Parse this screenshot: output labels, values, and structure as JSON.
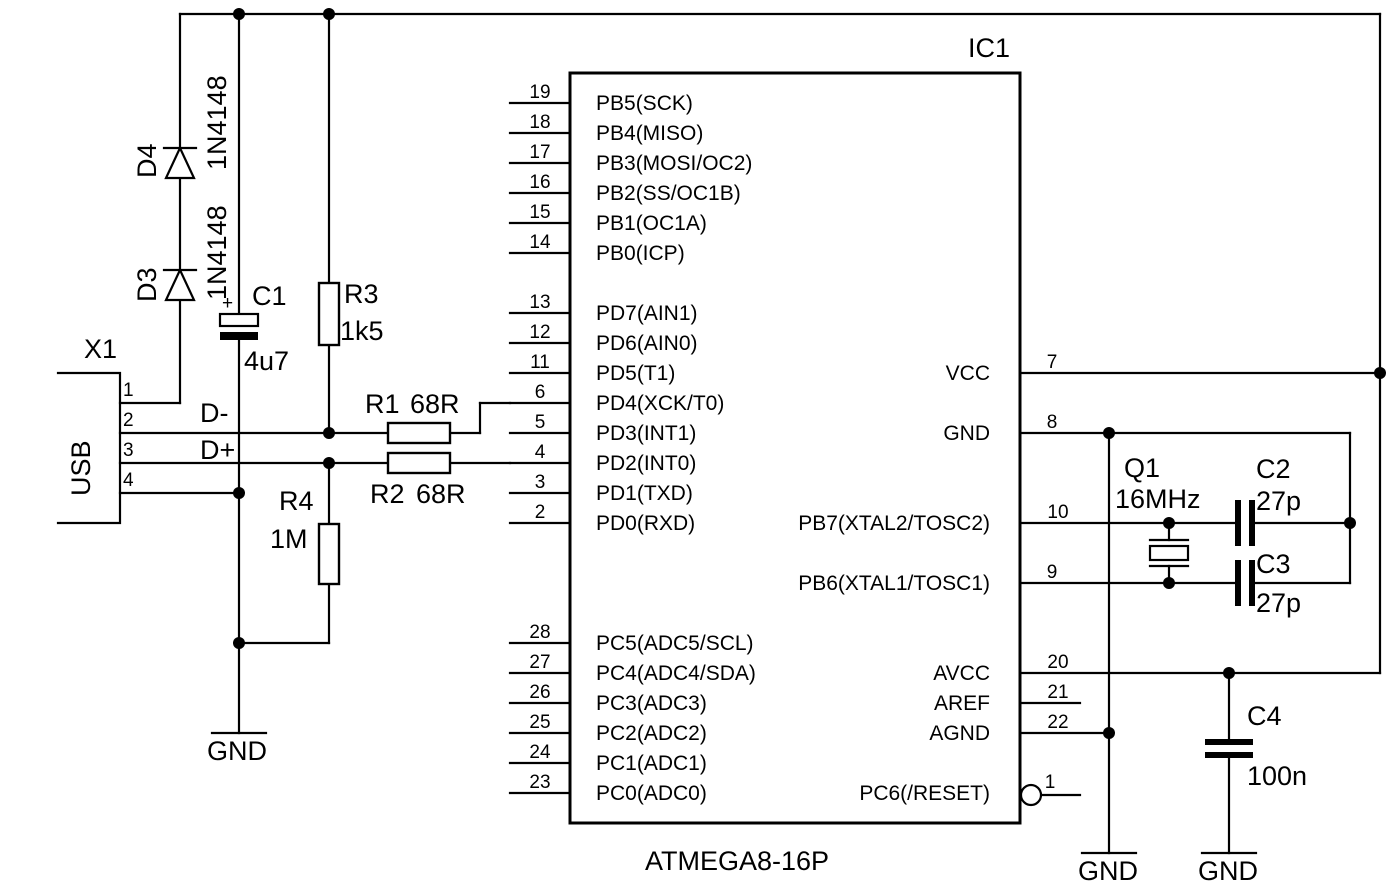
{
  "ic": {
    "ref": "IC1",
    "part": "ATMEGA8-16P",
    "left_pins": [
      {
        "num": "19",
        "label": "PB5(SCK)"
      },
      {
        "num": "18",
        "label": "PB4(MISO)"
      },
      {
        "num": "17",
        "label": "PB3(MOSI/OC2)"
      },
      {
        "num": "16",
        "label": "PB2(SS/OC1B)"
      },
      {
        "num": "15",
        "label": "PB1(OC1A)"
      },
      {
        "num": "14",
        "label": "PB0(ICP)"
      },
      {
        "num": "13",
        "label": "PD7(AIN1)"
      },
      {
        "num": "12",
        "label": "PD6(AIN0)"
      },
      {
        "num": "11",
        "label": "PD5(T1)"
      },
      {
        "num": "6",
        "label": "PD4(XCK/T0)"
      },
      {
        "num": "5",
        "label": "PD3(INT1)"
      },
      {
        "num": "4",
        "label": "PD2(INT0)"
      },
      {
        "num": "3",
        "label": "PD1(TXD)"
      },
      {
        "num": "2",
        "label": "PD0(RXD)"
      },
      {
        "num": "28",
        "label": "PC5(ADC5/SCL)"
      },
      {
        "num": "27",
        "label": "PC4(ADC4/SDA)"
      },
      {
        "num": "26",
        "label": "PC3(ADC3)"
      },
      {
        "num": "25",
        "label": "PC2(ADC2)"
      },
      {
        "num": "24",
        "label": "PC1(ADC1)"
      },
      {
        "num": "23",
        "label": "PC0(ADC0)"
      }
    ],
    "right_pins": [
      {
        "num": "7",
        "label": "VCC"
      },
      {
        "num": "8",
        "label": "GND"
      },
      {
        "num": "10",
        "label": "PB7(XTAL2/TOSC2)"
      },
      {
        "num": "9",
        "label": "PB6(XTAL1/TOSC1)"
      },
      {
        "num": "20",
        "label": "AVCC"
      },
      {
        "num": "21",
        "label": "AREF"
      },
      {
        "num": "22",
        "label": "AGND"
      },
      {
        "num": "1",
        "label": "PC6(/RESET)"
      }
    ]
  },
  "connector": {
    "ref": "X1",
    "label": "USB",
    "pins": [
      "1",
      "2",
      "3",
      "4"
    ],
    "net_dminus": "D-",
    "net_dplus": "D+"
  },
  "components": {
    "d4": {
      "ref": "D4",
      "value": "1N4148"
    },
    "d3": {
      "ref": "D3",
      "value": "1N4148"
    },
    "c1": {
      "ref": "C1",
      "value": "4u7",
      "polarity": "+"
    },
    "r3": {
      "ref": "R3",
      "value": "1k5"
    },
    "r1": {
      "ref": "R1",
      "value": "68R"
    },
    "r2": {
      "ref": "R2",
      "value": "68R"
    },
    "r4": {
      "ref": "R4",
      "value": "1M"
    },
    "q1": {
      "ref": "Q1",
      "value": "16MHz"
    },
    "c2": {
      "ref": "C2",
      "value": "27p"
    },
    "c3": {
      "ref": "C3",
      "value": "27p"
    },
    "c4": {
      "ref": "C4",
      "value": "100n"
    }
  },
  "ground_label": "GND"
}
